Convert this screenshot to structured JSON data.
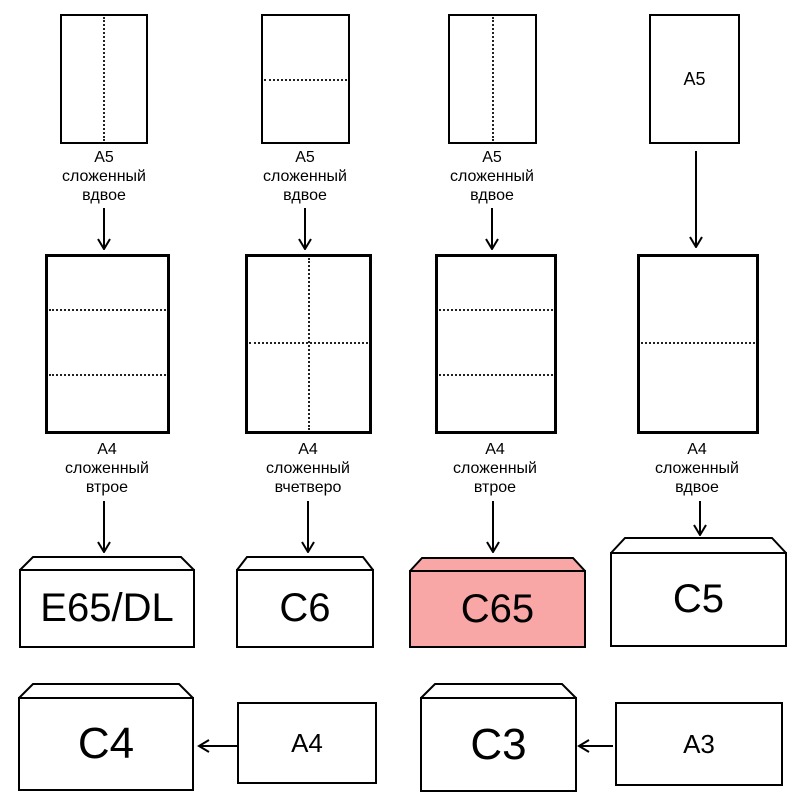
{
  "colors": {
    "stroke": "#000000",
    "paper_fill": "#ffffff",
    "highlight_fill": "#f9a6a6",
    "fold_line": "#222222"
  },
  "row1_a5": {
    "captions": [
      "А5\nсложенный\nвдвое",
      "А5\nсложенный\nвдвое",
      "А5\nсложенный\nвдвое"
    ],
    "sheet4_label": "A5"
  },
  "row2_a4": {
    "captions": [
      "А4\nсложенный\nвтрое",
      "А4\nсложенный\nвчетверо",
      "А4\nсложенный\nвтрое",
      "А4\nсложенный\nвдвое"
    ]
  },
  "envelopes": {
    "e65dl": "E65/DL",
    "c6": "C6",
    "c65": "C65",
    "c5": "C5",
    "c4": "C4",
    "c3": "C3"
  },
  "flat_sheets": {
    "a4": "A4",
    "a3": "A3"
  }
}
